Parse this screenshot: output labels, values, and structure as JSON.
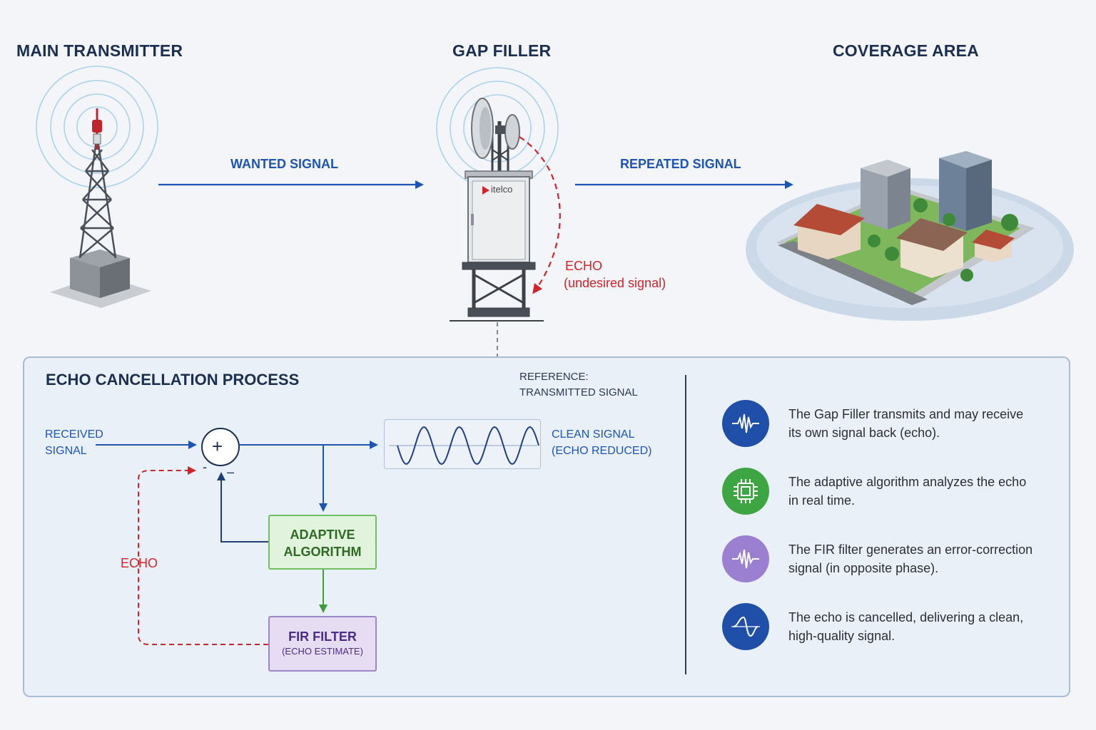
{
  "titles": {
    "main_transmitter": "MAIN TRANSMITTER",
    "gap_filler": "GAP FILLER",
    "coverage_area": "COVERAGE AREA"
  },
  "signals": {
    "wanted": "WANTED SIGNAL",
    "repeated": "REPEATED SIGNAL",
    "echo_line1": "ECHO",
    "echo_line2": "(undesired signal)"
  },
  "cabinet_brand": "itelco",
  "process": {
    "title": "ECHO CANCELLATION PROCESS",
    "reference_line1": "REFERENCE:",
    "reference_line2": "TRANSMITTED SIGNAL",
    "received_line1": "RECEIVED",
    "received_line2": "SIGNAL",
    "summer_symbol": "+",
    "minus_left": "-",
    "minus_right": "–",
    "clean_line1": "CLEAN SIGNAL",
    "clean_line2": "(ECHO REDUCED)",
    "adaptive_line1": "ADAPTIVE",
    "adaptive_line2": "ALGORITHM",
    "fir_line1": "FIR FILTER",
    "fir_line2": "(ECHO ESTIMATE)",
    "echo_label": "ECHO"
  },
  "info": [
    {
      "icon": "waveform-icon",
      "color": "#1f4fa8",
      "line1": "The Gap Filler transmits and may receive",
      "line2": "its own signal back (echo)."
    },
    {
      "icon": "chip-icon",
      "color": "#3ea543",
      "line1": "The adaptive algorithm analyzes the echo",
      "line2": "in real time."
    },
    {
      "icon": "waveform-icon",
      "color": "#9b7fd0",
      "line1": "The FIR filter generates an error-correction",
      "line2": "signal (in opposite phase)."
    },
    {
      "icon": "clean-wave-icon",
      "color": "#1f4fa8",
      "line1": "The echo is cancelled, delivering a clean,",
      "line2": "high-quality signal."
    }
  ]
}
